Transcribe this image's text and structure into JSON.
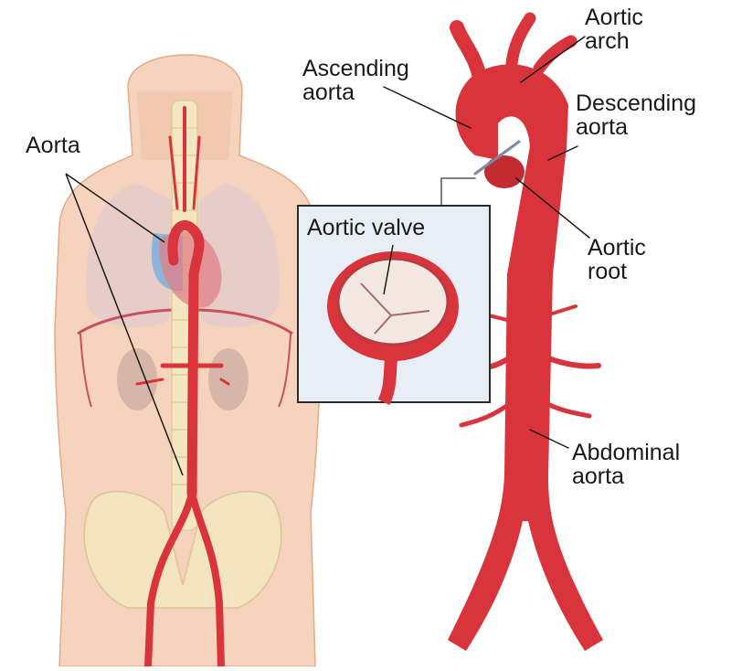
{
  "labels": {
    "aorta": "Aorta",
    "aortic_arch": [
      "Aortic",
      "arch"
    ],
    "ascending_aorta": [
      "Ascending",
      "aorta"
    ],
    "descending_aorta": [
      "Descending",
      "aorta"
    ],
    "aortic_valve": "Aortic valve",
    "aortic_root": [
      "Aortic",
      "root"
    ],
    "abdominal_aorta": [
      "Abdominal",
      "aorta"
    ]
  },
  "colors": {
    "skin": "#f6d3bd",
    "skin_shade": "#ecb99d",
    "artery": "#d9333b",
    "artery_dark": "#a8232a",
    "bone": "#f3e6c0",
    "inset_bg": "#e8eef6",
    "heart_blue": "#8fb3d9",
    "lung": "#c9c2c8"
  }
}
